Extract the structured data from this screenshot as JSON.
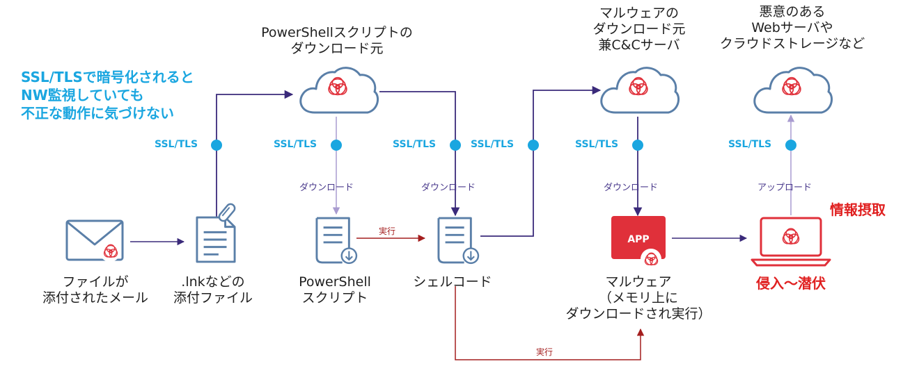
{
  "headline": [
    "SSL/TLSで暗号化されると",
    "NW監視していても",
    "不正な動作に気づけない"
  ],
  "servers": {
    "ps_download": [
      "PowerShellスクリプトの",
      "ダウンロード元"
    ],
    "malware_cc": [
      "マルウェアの",
      "ダウンロード元",
      "兼C&Cサーバ"
    ],
    "malicious": [
      "悪意のある",
      "Webサーバや",
      "クラウドストレージなど"
    ]
  },
  "nodes": {
    "email": [
      "ファイルが",
      "添付されたメール"
    ],
    "lnk": [
      ".lnkなどの",
      "添付ファイル"
    ],
    "powershell": [
      "PowerShell",
      "スクリプト"
    ],
    "shellcode": "シェルコード",
    "malware": [
      "マルウェア",
      "（メモリ上に",
      "ダウンロードされ実行）"
    ],
    "intrusion": "侵入〜潜伏"
  },
  "app_label": "APP",
  "ssl_label": "SSL/TLS",
  "download_label": "ダウンロード",
  "upload_label": "アップロード",
  "exec_label": "実行",
  "exfil_label": "情報摂取",
  "colors": {
    "accent_blue": "#1aa6e0",
    "flow_purple": "#3a2a7a",
    "exec_red": "#a41e1e",
    "alert_red": "#e02020",
    "icon_slate": "#5a7fa8"
  }
}
